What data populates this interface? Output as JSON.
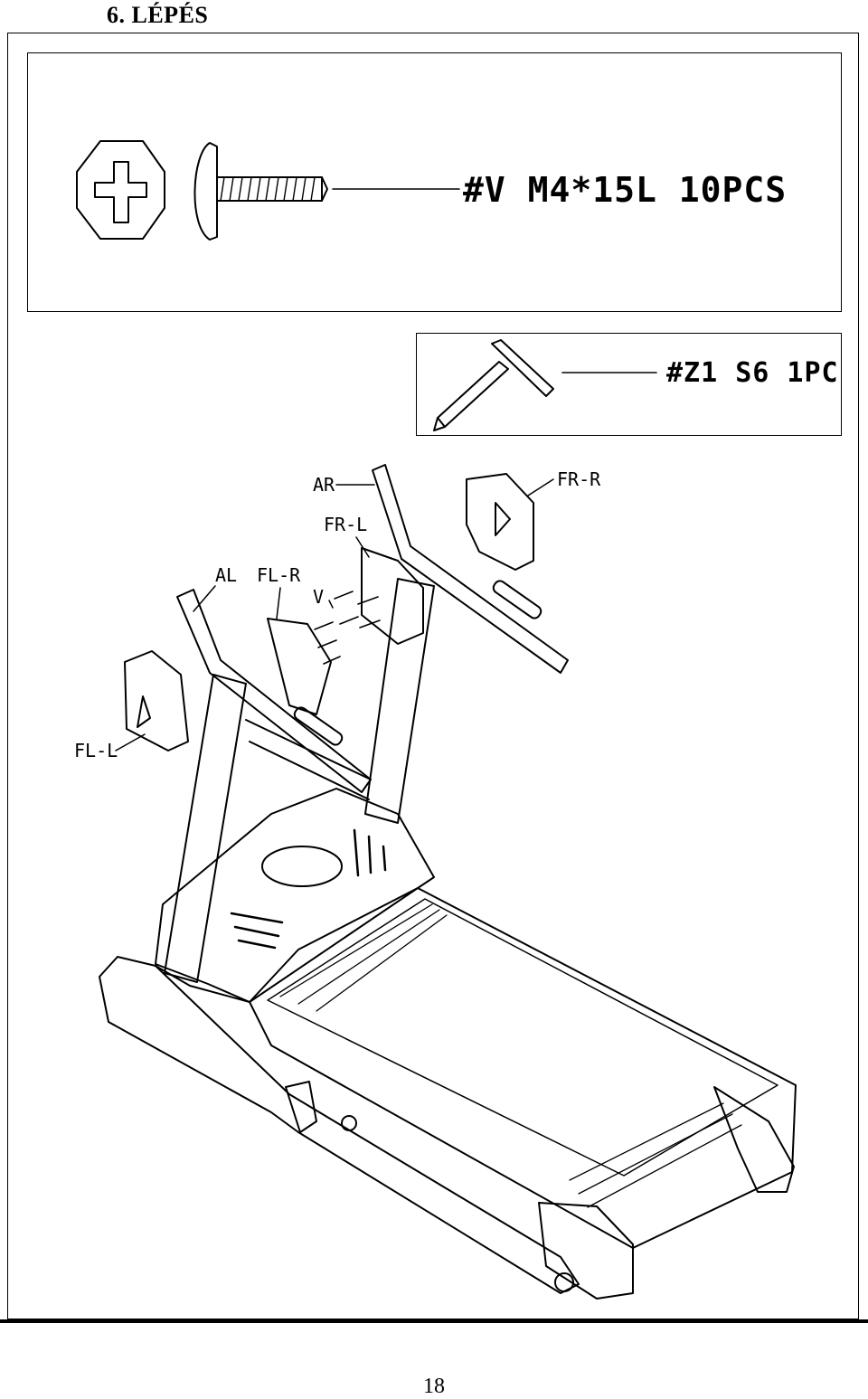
{
  "header": {
    "step_title": "6. LÉPÉS"
  },
  "parts": {
    "screw_label": "#V M4*15L 10PCS",
    "tool_label": "#Z1 S6 1PC"
  },
  "diagram": {
    "callouts": {
      "ar": "AR",
      "fr_r": "FR-R",
      "fr_l": "FR-L",
      "al": "AL",
      "fl_r": "FL-R",
      "v": "V",
      "fl_l": "FL-L"
    }
  },
  "footer": {
    "page_number": "18"
  }
}
